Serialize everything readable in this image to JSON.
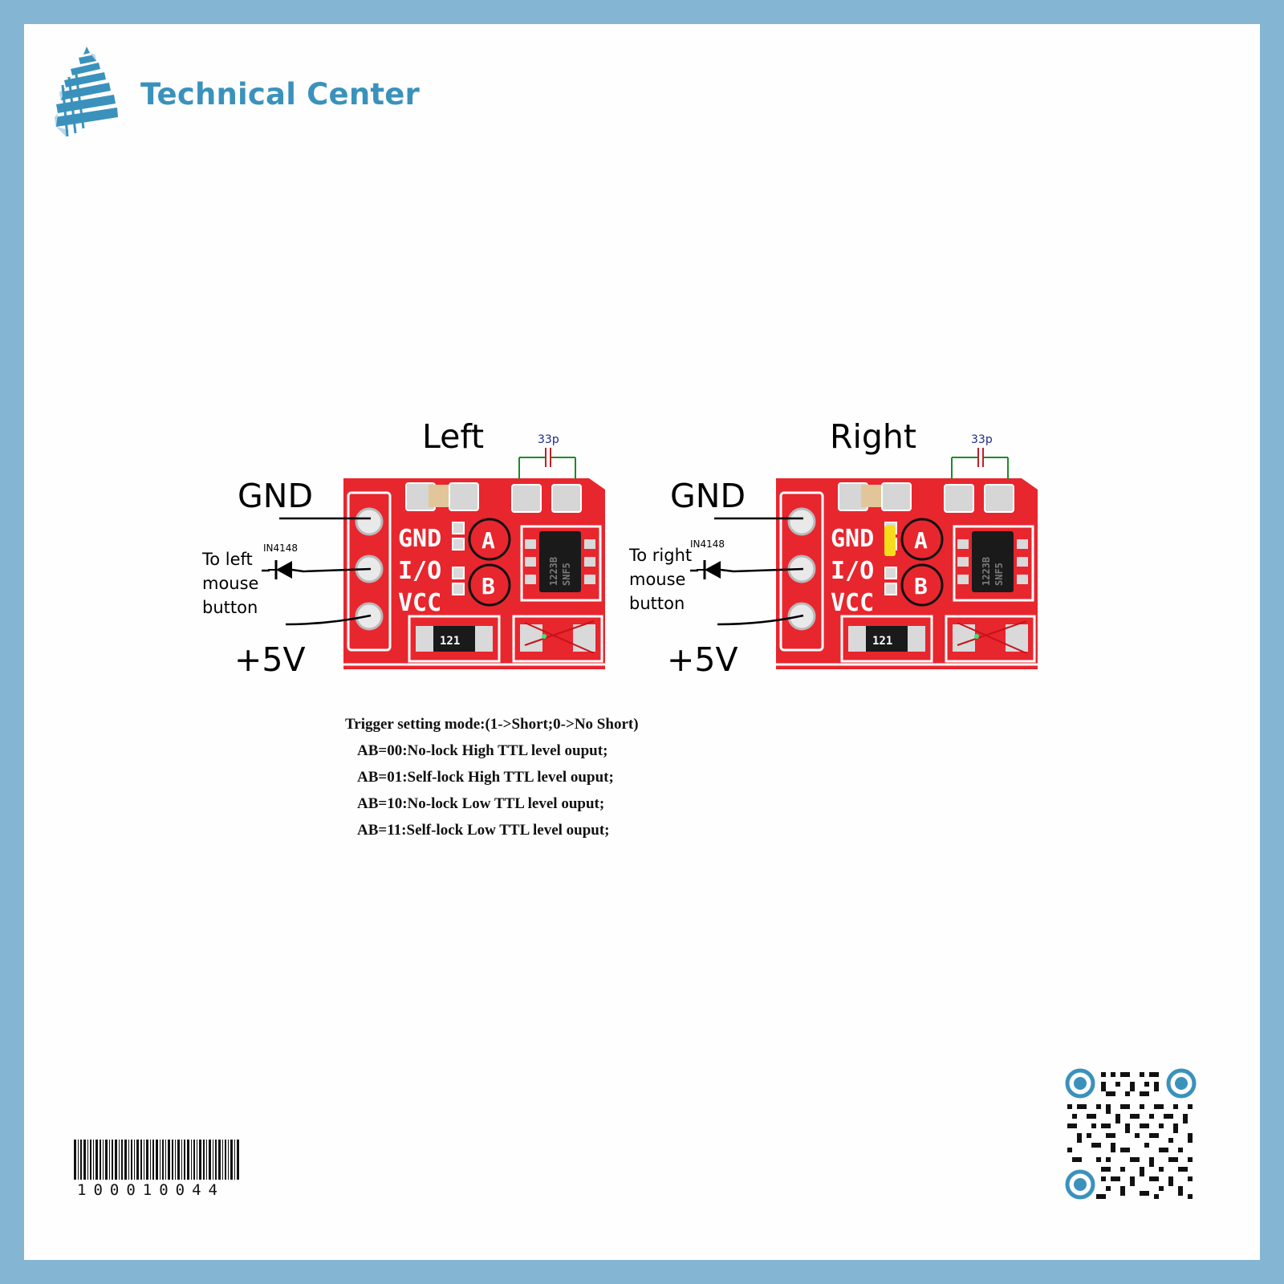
{
  "brand": {
    "name": "Technical Center",
    "logo_icon": "tiered-pyramid-logo",
    "accent": "#3a92bc"
  },
  "frame": {
    "border_color": "#84b6d3",
    "background": "#fefefe"
  },
  "left_module": {
    "title": "Left",
    "gnd_label": "GND",
    "vcc_label": "+5V",
    "side_label_lines": [
      "To left",
      "mouse",
      "button"
    ],
    "diode_label": "IN4148",
    "cap_label": "33p",
    "silk": {
      "gnd": "GND",
      "io": "I/O",
      "vcc": "VCC",
      "jumper_a": "A",
      "jumper_b": "B",
      "resistor": "121",
      "chip_line1": "1223B",
      "chip_line2": "SNF5"
    }
  },
  "right_module": {
    "title": "Right",
    "gnd_label": "GND",
    "vcc_label": "+5V",
    "side_label_lines": [
      "To right",
      "mouse",
      "button"
    ],
    "diode_label": "IN4148",
    "cap_label": "33p",
    "silk": {
      "gnd": "GND",
      "io": "I/O",
      "vcc": "VCC",
      "jumper_a": "A",
      "jumper_b": "B",
      "resistor": "121",
      "chip_line1": "1223B",
      "chip_line2": "SNF5"
    }
  },
  "colors": {
    "pcb": "#e8262e",
    "pcb_dark": "#c41b22",
    "pad": "#d9d9d9",
    "chip": "#1a1a1a",
    "capacitor_lead": "#1f8a2a",
    "capacitor_plate": "#c21f24",
    "solder_bridge": "#f6dd1c"
  },
  "trigger_notes": {
    "title": "Trigger setting mode:(1->Short;0->No Short)",
    "modes": [
      "AB=00:No-lock High TTL level ouput;",
      "AB=01:Self-lock High TTL level ouput;",
      "AB=10:No-lock Low TTL level ouput;",
      "AB=11:Self-lock Low TTL level ouput;"
    ]
  },
  "barcode": {
    "number": "100010044"
  },
  "qr": {
    "icon": "qr-code"
  }
}
